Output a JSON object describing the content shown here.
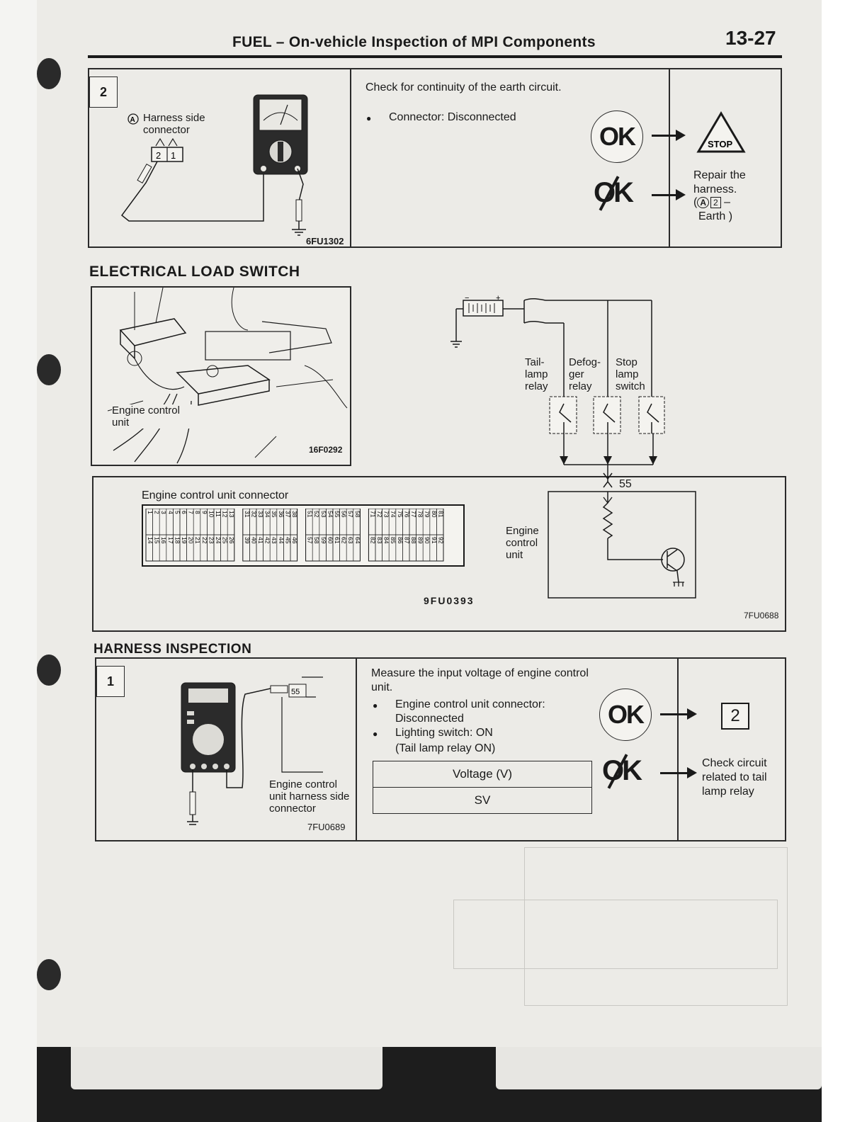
{
  "header": {
    "title": "FUEL – On-vehicle Inspection of MPI Components",
    "page_number": "13-27"
  },
  "step2": {
    "step": "2",
    "connector_label": "Harness side connector",
    "connector_letter": "A",
    "pins": [
      "2",
      "1"
    ],
    "figure_code": "6FU1302",
    "instruction": "Check for continuity of the earth circuit.",
    "bullets": [
      "Connector: Disconnected"
    ],
    "ok_label": "OK",
    "stop_label": "STOP",
    "ng_action": "Repair the harness.",
    "ng_action_ref_letter": "A",
    "ng_action_ref_pin": "2",
    "ng_action_ref_tail": "Earth )"
  },
  "electrical_load_switch": {
    "title": "ELECTRICAL LOAD SWITCH",
    "engine_label": "Engine control unit",
    "figure_code": "16F0292",
    "connector_title": "Engine control unit connector",
    "connector_figure_code": "9FU0393",
    "connector_top_pins": [
      [
        "1",
        "2",
        "3",
        "4",
        "5",
        "6",
        "7",
        "8",
        "9",
        "10",
        "11",
        "12",
        "13"
      ],
      [
        "31",
        "32",
        "33",
        "34",
        "35",
        "36",
        "37",
        "38"
      ],
      [
        "51",
        "52",
        "53",
        "54",
        "55",
        "56",
        "57",
        "58"
      ],
      [
        "71",
        "72",
        "73",
        "74",
        "75",
        "76",
        "77",
        "78",
        "79",
        "80",
        "81"
      ]
    ],
    "connector_bottom_pins": [
      [
        "14",
        "15",
        "16",
        "17",
        "18",
        "19",
        "20",
        "21",
        "22",
        "23",
        "24",
        "25",
        "26"
      ],
      [
        "39",
        "40",
        "41",
        "42",
        "43",
        "44",
        "45",
        "46"
      ],
      [
        "57",
        "58",
        "59",
        "60",
        "61",
        "62",
        "63",
        "64"
      ],
      [
        "82",
        "83",
        "84",
        "85",
        "86",
        "87",
        "88",
        "89",
        "90",
        "91",
        "92"
      ]
    ],
    "circuit": {
      "relays": [
        "Tail-lamp relay",
        "Defog-ger relay",
        "Stop lamp switch"
      ],
      "terminal": "55",
      "ecu_label": "Engine control unit",
      "figure_code": "7FU0688"
    }
  },
  "harness_inspection": {
    "title": "HARNESS INSPECTION",
    "step": "1",
    "terminal": "55",
    "connector_label": "Engine control unit harness side connector",
    "figure_code": "7FU0689",
    "instruction": "Measure the input voltage of engine control unit.",
    "bullets": [
      "Engine control unit connector: Disconnected",
      "Lighting switch: ON"
    ],
    "sub_note": "(Tail lamp relay ON)",
    "table": {
      "header": "Voltage (V)",
      "value": "SV"
    },
    "ok_label": "OK",
    "ok_next": "2",
    "ng_action": "Check circuit related to tail lamp relay"
  }
}
